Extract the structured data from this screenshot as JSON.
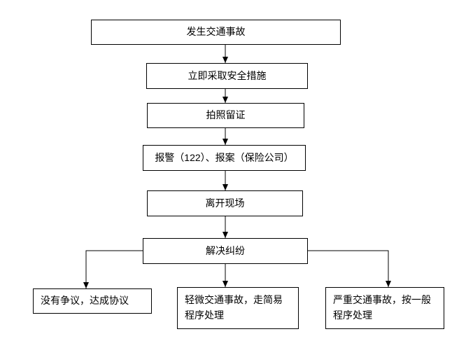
{
  "flowchart": {
    "line_color": "#000000",
    "box_background": "#ffffff",
    "nodes": {
      "accident": "发生交通事故",
      "safety": "立即采取安全措施",
      "photo": "拍照留证",
      "report": "报警（122）、报案（保险公司）",
      "leave": "离开现场",
      "resolve": "解决纠纷",
      "agreement": "没有争议，达成协议",
      "minor": "轻微交通事故，走简易程序处理",
      "serious": "严重交通事故，按一般程序处理"
    }
  }
}
